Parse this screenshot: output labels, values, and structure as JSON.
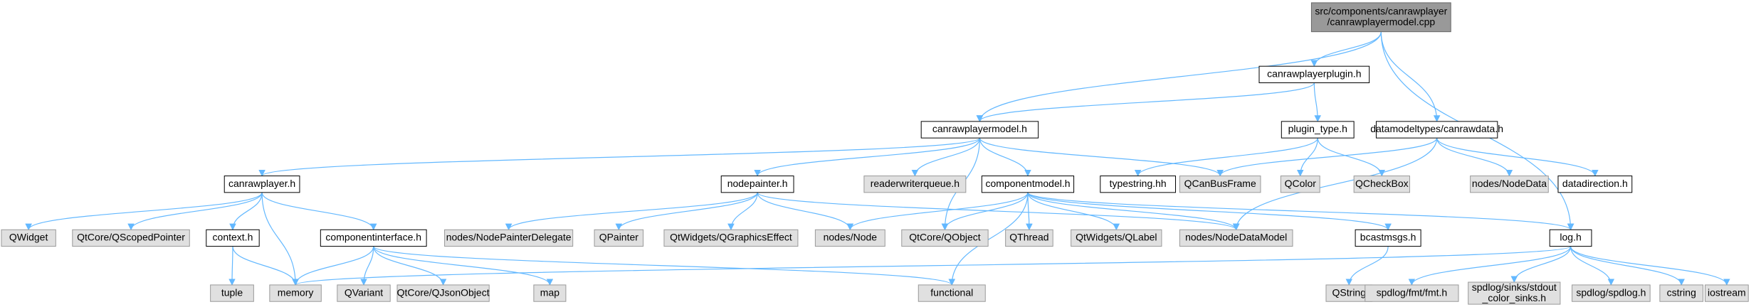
{
  "nodes": {
    "root": {
      "lines": [
        "src/components/canrawplayer",
        "/canrawplayermodel.cpp"
      ],
      "kind": "root"
    },
    "plugin": {
      "lines": [
        "canrawplayerplugin.h"
      ],
      "kind": "internal"
    },
    "model": {
      "lines": [
        "canrawplayermodel.h"
      ],
      "kind": "internal"
    },
    "ptype": {
      "lines": [
        "plugin_type.h"
      ],
      "kind": "internal"
    },
    "dmt": {
      "lines": [
        "datamodeltypes/canrawdata.h"
      ],
      "kind": "internal"
    },
    "player": {
      "lines": [
        "canrawplayer.h"
      ],
      "kind": "internal"
    },
    "npainter": {
      "lines": [
        "nodepainter.h"
      ],
      "kind": "internal"
    },
    "rwq": {
      "lines": [
        "readerwriterqueue.h"
      ],
      "kind": "external"
    },
    "cmodel": {
      "lines": [
        "componentmodel.h"
      ],
      "kind": "internal"
    },
    "tstring": {
      "lines": [
        "typestring.hh"
      ],
      "kind": "internal"
    },
    "qcbf": {
      "lines": [
        "QCanBusFrame"
      ],
      "kind": "external"
    },
    "qcolor": {
      "lines": [
        "QColor"
      ],
      "kind": "external"
    },
    "qcheck": {
      "lines": [
        "QCheckBox"
      ],
      "kind": "external"
    },
    "ndata": {
      "lines": [
        "nodes/NodeData"
      ],
      "kind": "external"
    },
    "ddir": {
      "lines": [
        "datadirection.h"
      ],
      "kind": "internal"
    },
    "qwidget": {
      "lines": [
        "QWidget"
      ],
      "kind": "external"
    },
    "qscoped": {
      "lines": [
        "QtCore/QScopedPointer"
      ],
      "kind": "external"
    },
    "context": {
      "lines": [
        "context.h"
      ],
      "kind": "internal"
    },
    "cinter": {
      "lines": [
        "componentinterface.h"
      ],
      "kind": "internal"
    },
    "npd": {
      "lines": [
        "nodes/NodePainterDelegate"
      ],
      "kind": "external"
    },
    "qpainter": {
      "lines": [
        "QPainter"
      ],
      "kind": "external"
    },
    "qgfx": {
      "lines": [
        "QtWidgets/QGraphicsEffect"
      ],
      "kind": "external"
    },
    "nnode": {
      "lines": [
        "nodes/Node"
      ],
      "kind": "external"
    },
    "qobj": {
      "lines": [
        "QtCore/QObject"
      ],
      "kind": "external"
    },
    "qthread": {
      "lines": [
        "QThread"
      ],
      "kind": "external"
    },
    "qlabel": {
      "lines": [
        "QtWidgets/QLabel"
      ],
      "kind": "external"
    },
    "ndm": {
      "lines": [
        "nodes/NodeDataModel"
      ],
      "kind": "external"
    },
    "bcast": {
      "lines": [
        "bcastmsgs.h"
      ],
      "kind": "internal"
    },
    "log": {
      "lines": [
        "log.h"
      ],
      "kind": "internal"
    },
    "tuple": {
      "lines": [
        "tuple"
      ],
      "kind": "external"
    },
    "memory": {
      "lines": [
        "memory"
      ],
      "kind": "external"
    },
    "qvariant": {
      "lines": [
        "QVariant"
      ],
      "kind": "external"
    },
    "qjson": {
      "lines": [
        "QtCore/QJsonObject"
      ],
      "kind": "external"
    },
    "map": {
      "lines": [
        "map"
      ],
      "kind": "external"
    },
    "functional": {
      "lines": [
        "functional"
      ],
      "kind": "external"
    },
    "qstring": {
      "lines": [
        "QString"
      ],
      "kind": "external"
    },
    "fmt": {
      "lines": [
        "spdlog/fmt/fmt.h"
      ],
      "kind": "external"
    },
    "stdout": {
      "lines": [
        "spdlog/sinks/stdout",
        "_color_sinks.h"
      ],
      "kind": "external"
    },
    "spdlog": {
      "lines": [
        "spdlog/spdlog.h"
      ],
      "kind": "external"
    },
    "cstring": {
      "lines": [
        "cstring"
      ],
      "kind": "external"
    },
    "iostream": {
      "lines": [
        "iostream"
      ],
      "kind": "external"
    }
  },
  "edges": [
    [
      "root",
      "plugin"
    ],
    [
      "root",
      "model"
    ],
    [
      "root",
      "dmt"
    ],
    [
      "root",
      "log"
    ],
    [
      "plugin",
      "model"
    ],
    [
      "plugin",
      "ptype"
    ],
    [
      "model",
      "player"
    ],
    [
      "model",
      "npainter"
    ],
    [
      "model",
      "rwq"
    ],
    [
      "model",
      "cmodel"
    ],
    [
      "model",
      "qcbf"
    ],
    [
      "model",
      "qobj"
    ],
    [
      "ptype",
      "tstring"
    ],
    [
      "ptype",
      "qcolor"
    ],
    [
      "ptype",
      "qcheck"
    ],
    [
      "dmt",
      "qcbf"
    ],
    [
      "dmt",
      "ndata"
    ],
    [
      "dmt",
      "ddir"
    ],
    [
      "dmt",
      "ndm"
    ],
    [
      "player",
      "qwidget"
    ],
    [
      "player",
      "qscoped"
    ],
    [
      "player",
      "context"
    ],
    [
      "player",
      "cinter"
    ],
    [
      "player",
      "memory"
    ],
    [
      "npainter",
      "npd"
    ],
    [
      "npainter",
      "qpainter"
    ],
    [
      "npainter",
      "qgfx"
    ],
    [
      "npainter",
      "nnode"
    ],
    [
      "npainter",
      "ndm"
    ],
    [
      "cmodel",
      "nnode"
    ],
    [
      "cmodel",
      "qobj"
    ],
    [
      "cmodel",
      "qthread"
    ],
    [
      "cmodel",
      "qlabel"
    ],
    [
      "cmodel",
      "ndm"
    ],
    [
      "cmodel",
      "bcast"
    ],
    [
      "cmodel",
      "log"
    ],
    [
      "cmodel",
      "functional"
    ],
    [
      "context",
      "tuple"
    ],
    [
      "context",
      "memory"
    ],
    [
      "cinter",
      "memory"
    ],
    [
      "cinter",
      "qvariant"
    ],
    [
      "cinter",
      "qjson"
    ],
    [
      "cinter",
      "map"
    ],
    [
      "cinter",
      "functional"
    ],
    [
      "bcast",
      "qstring"
    ],
    [
      "log",
      "memory"
    ],
    [
      "log",
      "fmt"
    ],
    [
      "log",
      "stdout"
    ],
    [
      "log",
      "spdlog"
    ],
    [
      "log",
      "cstring"
    ],
    [
      "log",
      "iostream"
    ]
  ],
  "colors": {
    "edge": "#63b8ff",
    "root_fill": "#999999",
    "external_fill": "#e0e0e0",
    "internal_fill": "#ffffff"
  }
}
